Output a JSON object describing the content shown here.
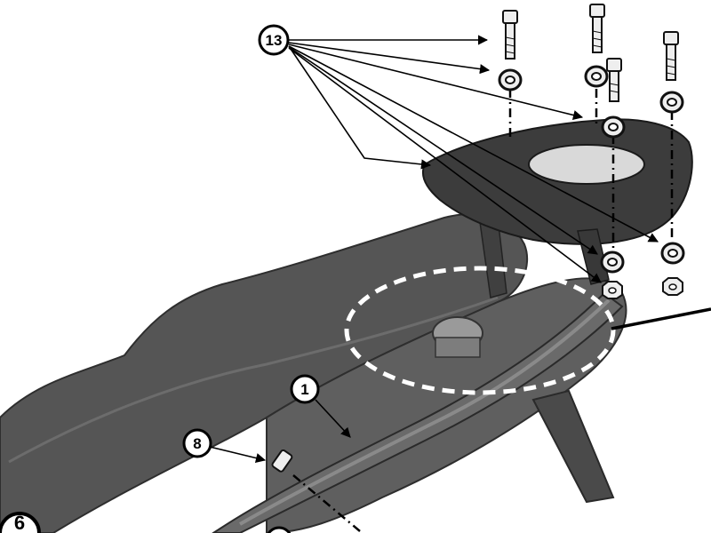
{
  "callouts": {
    "c13": "13",
    "c1": "1",
    "c8": "8",
    "c6": "6"
  },
  "colors": {
    "background": "#ffffff",
    "seat": "#545454",
    "frame": "#5e5e5e",
    "rack": "#3a3a3a",
    "hardware": "#e6e6e6",
    "leader": "#000000",
    "dashed_circle": "#ffffff"
  },
  "icons": {
    "bolt": "bolt-icon",
    "washer": "washer-icon",
    "nut": "nut-icon"
  }
}
